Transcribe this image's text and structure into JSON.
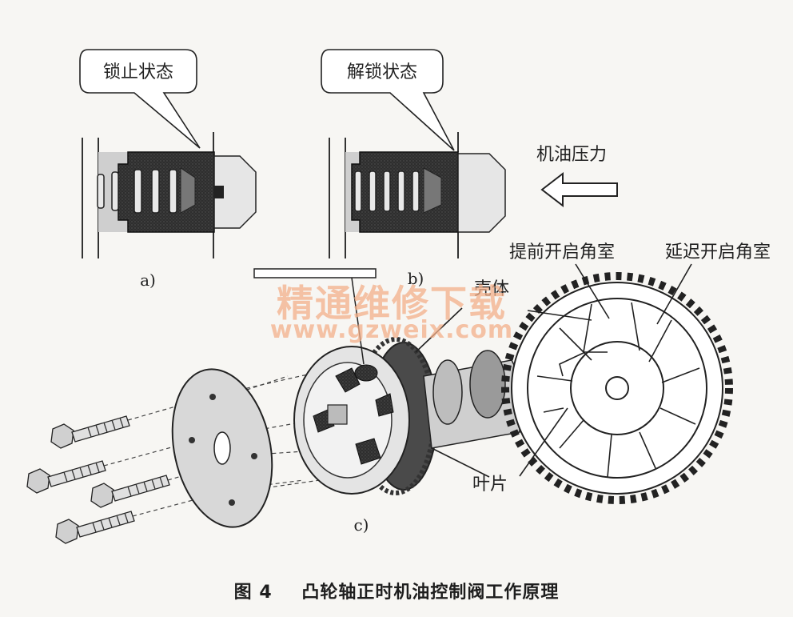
{
  "callouts": {
    "locked": "锁止状态",
    "unlocked": "解锁状态",
    "oil_pressure": "机油压力",
    "advance_chamber": "提前开启角室",
    "retard_chamber": "延迟开启角室",
    "housing": "壳体",
    "vane": "叶片"
  },
  "sublabels": {
    "a": "a)",
    "b": "b)",
    "c": "c)"
  },
  "watermark": {
    "cn": "精通维修下载",
    "en": "www.gzweix.com"
  },
  "caption": {
    "number": "图 4",
    "title": "凸轮轴正时机油控制阀工作原理"
  },
  "colors": {
    "ink": "#222222",
    "dark_part": "#3a3a3a",
    "watermark": "#f3b08a"
  }
}
